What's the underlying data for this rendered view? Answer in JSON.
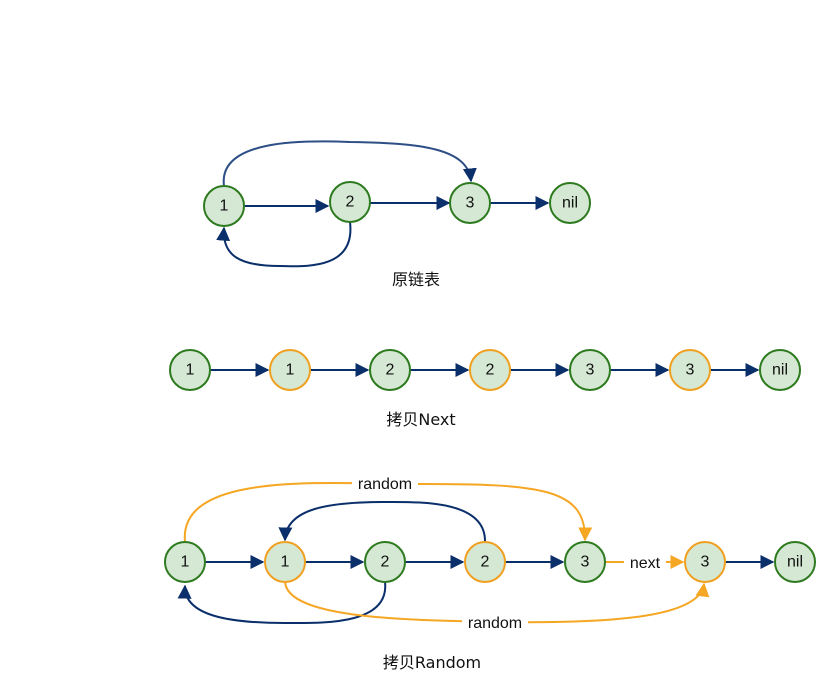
{
  "section1": {
    "caption": "原链表",
    "nodes": [
      "1",
      "2",
      "3",
      "nil"
    ]
  },
  "section2": {
    "caption": "拷贝Next",
    "nodes": [
      "1",
      "1",
      "2",
      "2",
      "3",
      "3",
      "nil"
    ]
  },
  "section3": {
    "caption": "拷贝Random",
    "nodes": [
      "1",
      "1",
      "2",
      "2",
      "3",
      "3",
      "nil"
    ],
    "labels": {
      "random_top": "random",
      "random_bottom": "random",
      "next": "next"
    }
  },
  "colors": {
    "node_fill": "#d5e8d4",
    "original_border": "#2d7a1f",
    "copy_border": "#f0a020",
    "edge_blue": "#0b2f6b",
    "edge_orange": "#f5a623"
  }
}
